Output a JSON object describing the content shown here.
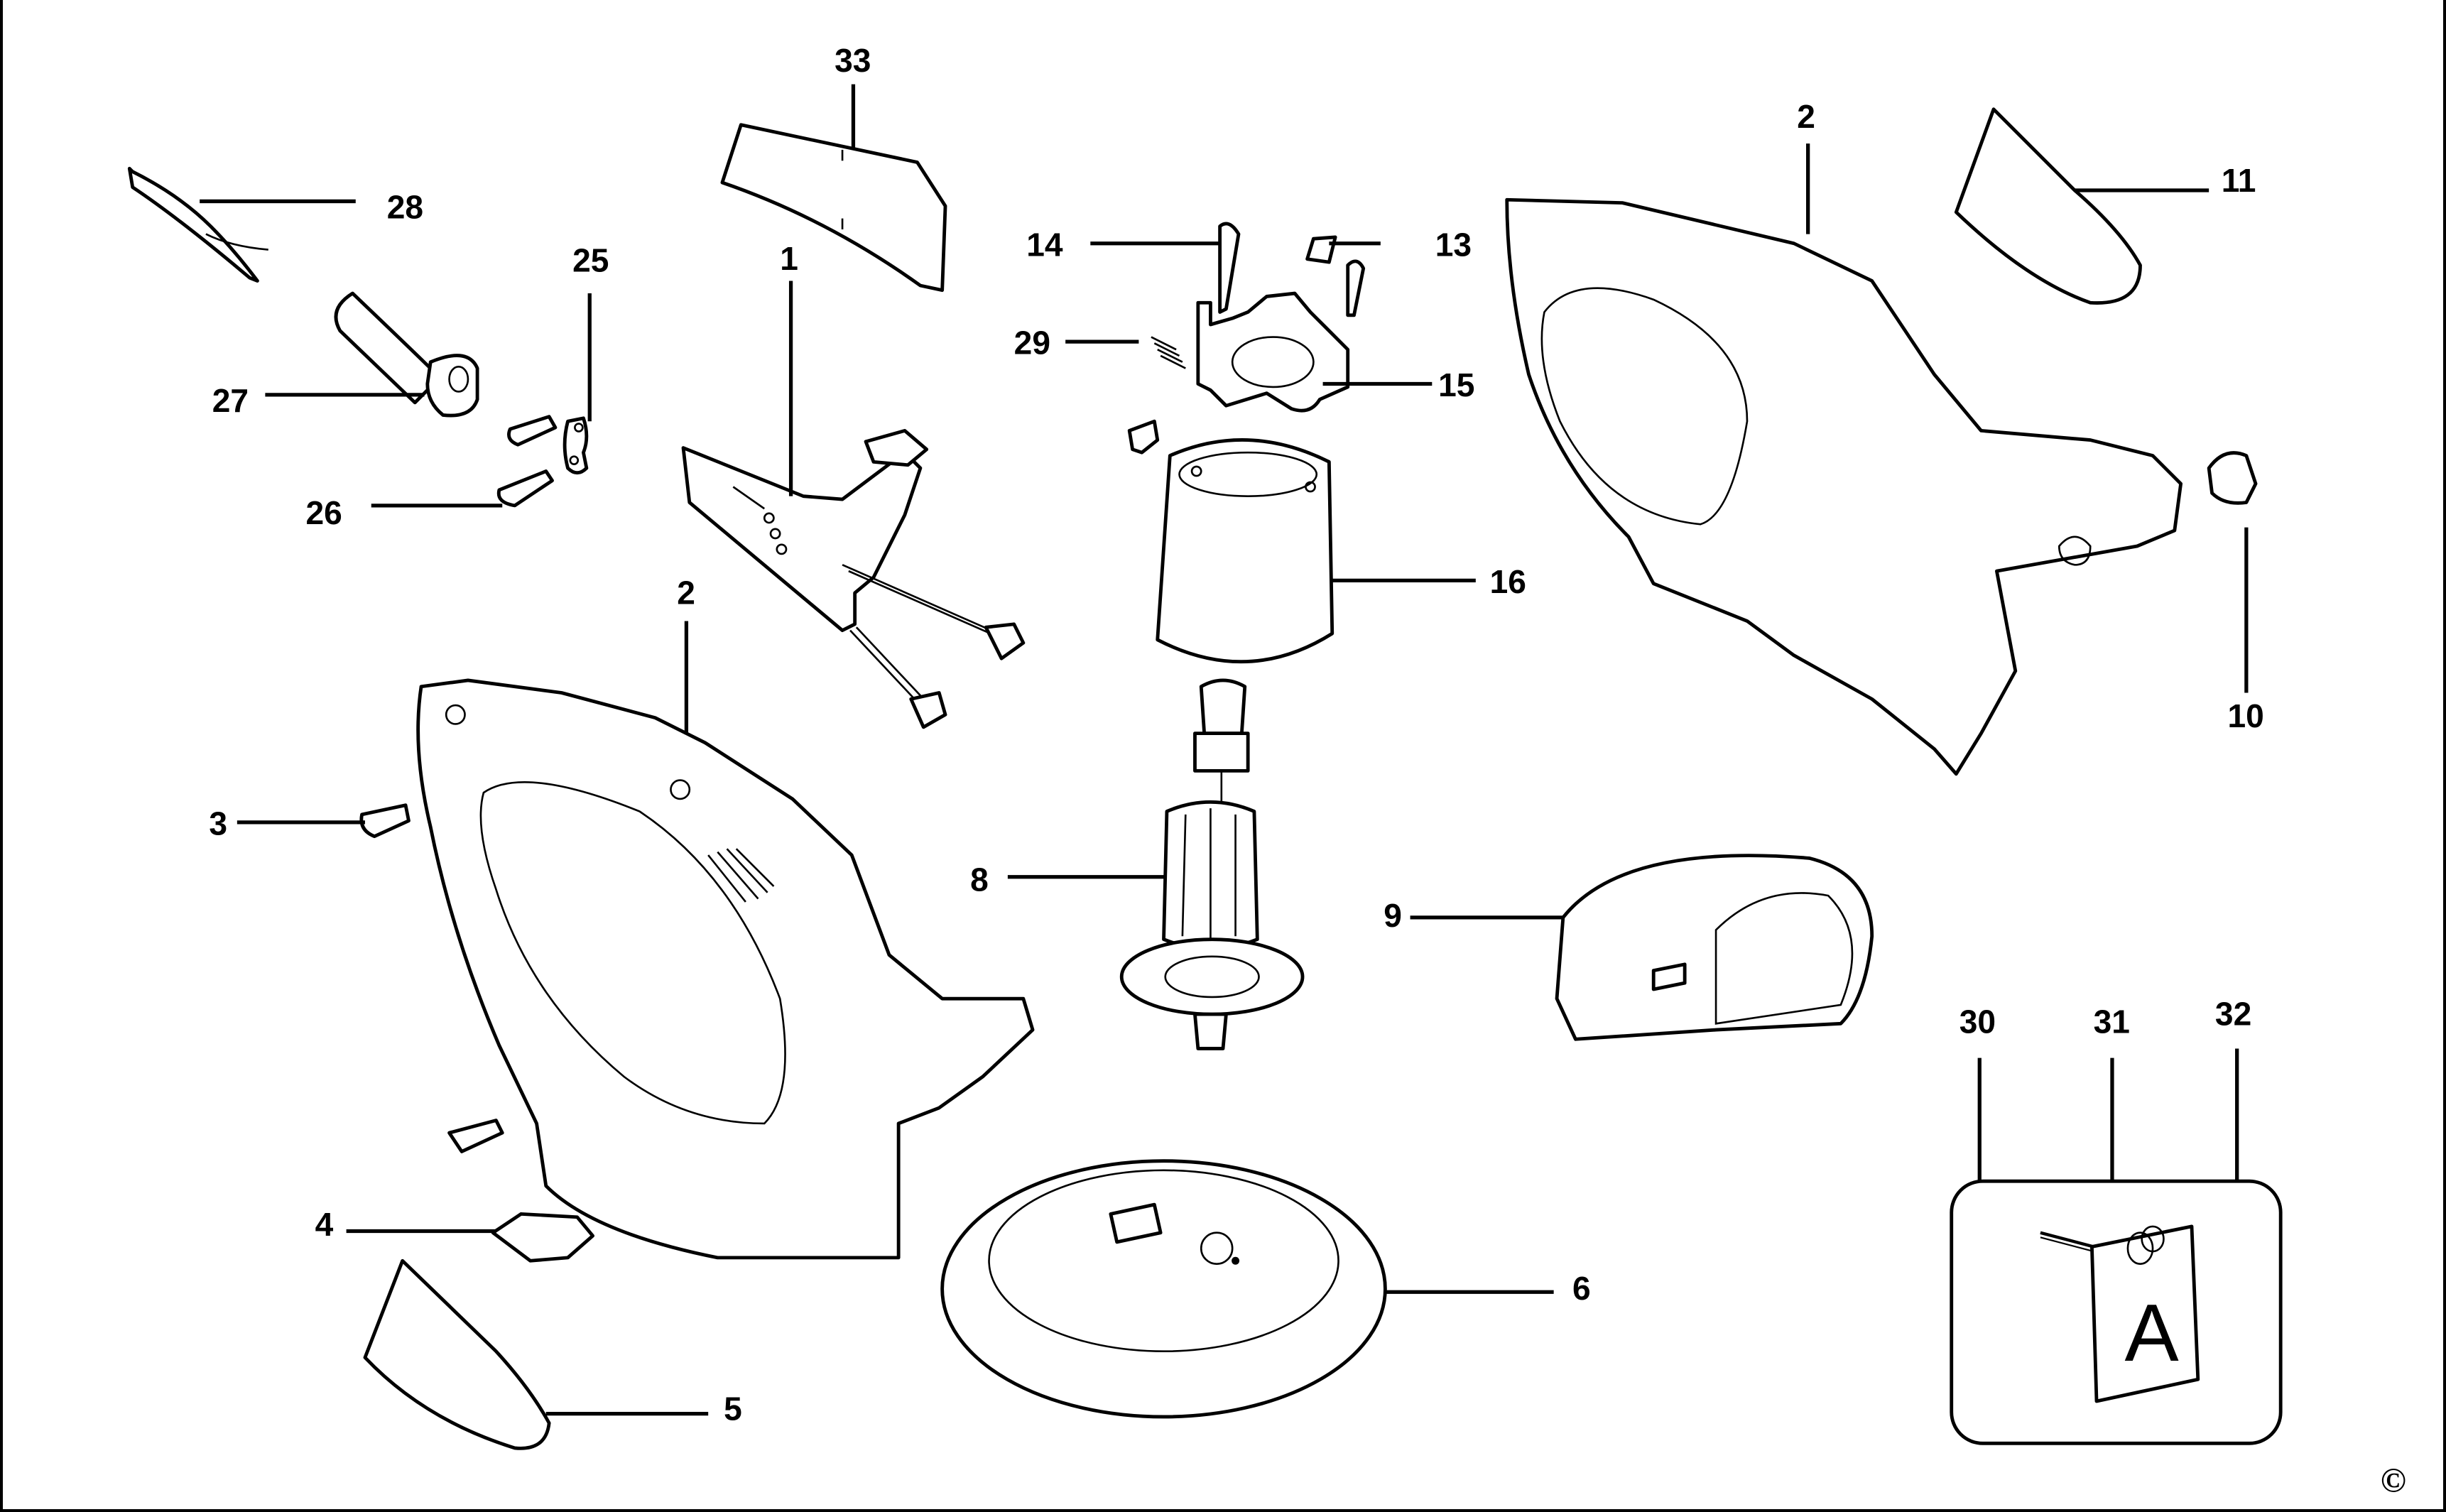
{
  "diagram": {
    "type": "exploded-parts-view",
    "subject": "electric hedge trimmer / power tool motor housing assembly",
    "copyright_symbol": "©",
    "kit_card_letter": "A",
    "labels": [
      {
        "id": "33",
        "text": "33",
        "part": "label-plate"
      },
      {
        "id": "28",
        "text": "28",
        "part": "cable"
      },
      {
        "id": "25",
        "text": "25",
        "part": "cable-clamp"
      },
      {
        "id": "1",
        "text": "1",
        "part": "switch-assembly"
      },
      {
        "id": "27",
        "text": "27",
        "part": "cable-sleeve"
      },
      {
        "id": "26",
        "text": "26",
        "part": "screw"
      },
      {
        "id": "14",
        "text": "14",
        "part": "brush-holder-screw"
      },
      {
        "id": "13",
        "text": "13",
        "part": "carbon-brush"
      },
      {
        "id": "29",
        "text": "29",
        "part": "brush-spring"
      },
      {
        "id": "15",
        "text": "15",
        "part": "brush-holder"
      },
      {
        "id": "16",
        "text": "16",
        "part": "field-stator"
      },
      {
        "id": "2a",
        "text": "2",
        "part": "housing-right"
      },
      {
        "id": "11",
        "text": "11",
        "part": "guard"
      },
      {
        "id": "10",
        "text": "10",
        "part": "lock-button"
      },
      {
        "id": "2b",
        "text": "2",
        "part": "housing-left"
      },
      {
        "id": "3",
        "text": "3",
        "part": "screw"
      },
      {
        "id": "8",
        "text": "8",
        "part": "armature"
      },
      {
        "id": "9",
        "text": "9",
        "part": "handle-cover"
      },
      {
        "id": "4",
        "text": "4",
        "part": "button"
      },
      {
        "id": "5",
        "text": "5",
        "part": "guard"
      },
      {
        "id": "6",
        "text": "6",
        "part": "base-disc"
      },
      {
        "id": "30",
        "text": "30",
        "part": "kit-item"
      },
      {
        "id": "31",
        "text": "31",
        "part": "kit-item"
      },
      {
        "id": "32",
        "text": "32",
        "part": "kit-item"
      }
    ]
  }
}
